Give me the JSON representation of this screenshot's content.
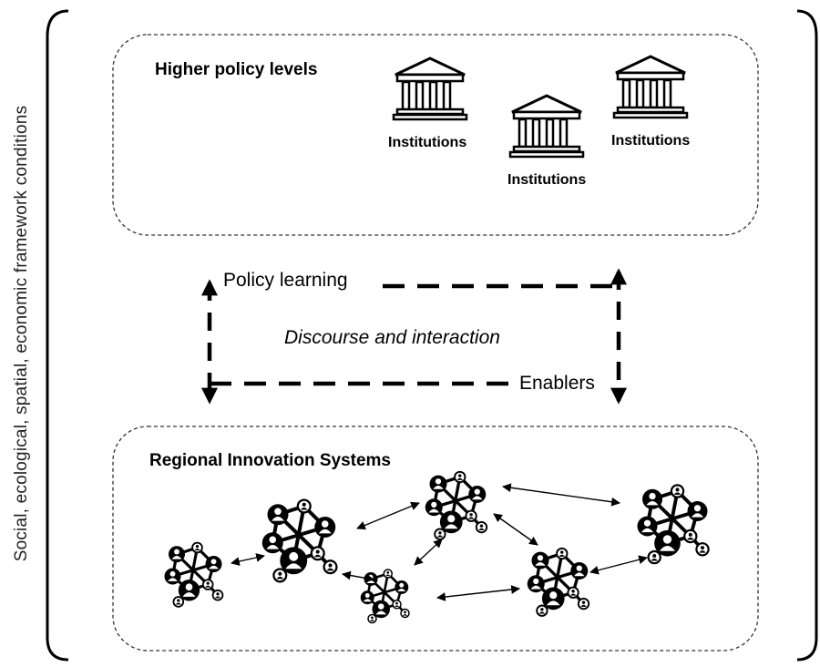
{
  "side_label": "Social, ecological, spatial, economic framework conditions",
  "top_box": {
    "title": "Higher policy levels",
    "institutions": [
      "Institutions",
      "Institutions",
      "Institutions"
    ]
  },
  "flows": {
    "policy_learning": "Policy learning",
    "discourse": "Discourse and interaction",
    "enablers": "Enablers"
  },
  "bottom_box": {
    "title": "Regional Innovation Systems"
  },
  "icons": {
    "institution": "institution-building-icon",
    "network": "actor-network-icon"
  }
}
